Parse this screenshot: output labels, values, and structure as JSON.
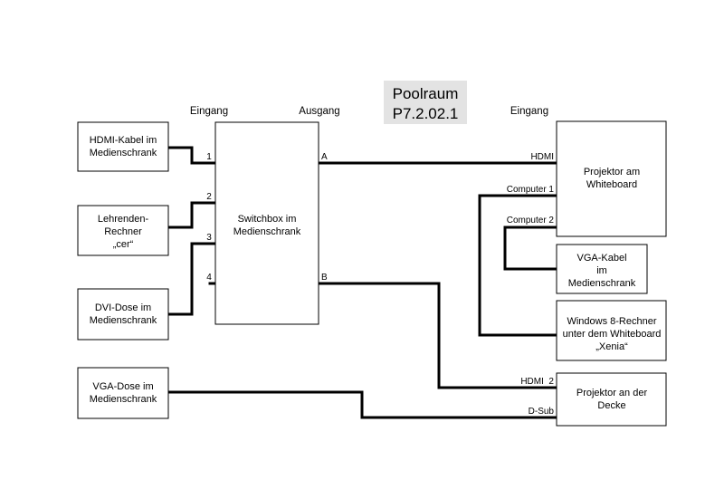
{
  "title": {
    "line1": "Poolraum",
    "line2": "P7.2.02.1"
  },
  "headers": {
    "eingang_left": "Eingang",
    "ausgang": "Ausgang",
    "eingang_right": "Eingang"
  },
  "boxes": {
    "hdmi_kabel": [
      "HDMI-Kabel im",
      "Medienschrank"
    ],
    "lehrenden": [
      "Lehrenden-",
      "Rechner",
      "„cer“"
    ],
    "dvi_dose": [
      "DVI-Dose im",
      "Medienschrank"
    ],
    "vga_dose": [
      "VGA-Dose im",
      "Medienschrank"
    ],
    "switchbox": [
      "Switchbox im",
      "Medienschrank"
    ],
    "projektor_wb": [
      "Projektor am",
      "Whiteboard"
    ],
    "vga_kabel": [
      "VGA-Kabel",
      "im",
      "Medienschrank"
    ],
    "windows": [
      "Windows 8-Rechner",
      "unter dem Whiteboard",
      "„Xenia“"
    ],
    "projektor_decke": [
      "Projektor an der",
      "Decke"
    ]
  },
  "ports": {
    "in1": "1",
    "in2": "2",
    "in3": "3",
    "in4": "4",
    "outA": "A",
    "outB": "B",
    "hdmi": "HDMI",
    "computer1": "Computer 1",
    "computer2": "Computer 2",
    "hdmi2": "HDMI  2",
    "dsub": "D-Sub"
  },
  "colors": {
    "title_bg": "#e3e3e3",
    "line": "#000000",
    "box_border": "#000000"
  }
}
